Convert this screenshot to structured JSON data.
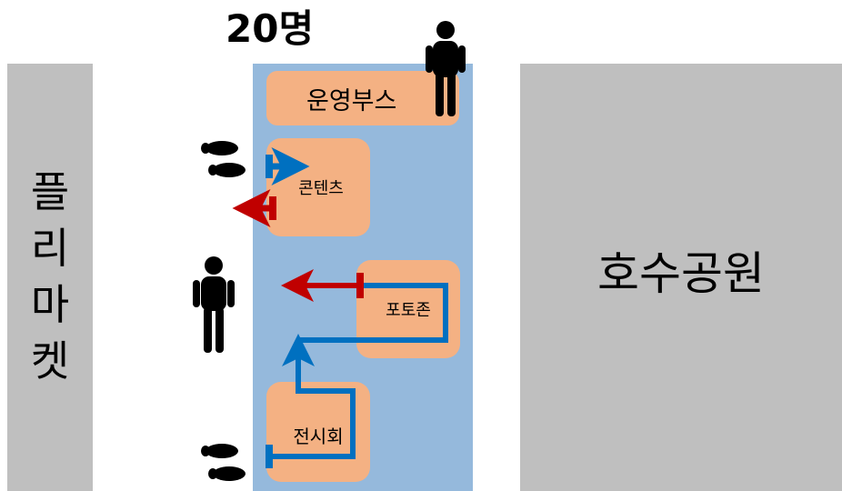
{
  "header": {
    "count": "20명"
  },
  "left_area": {
    "label_chars": [
      "플",
      "리",
      "마",
      "켓"
    ]
  },
  "right_area": {
    "label": "호수공원"
  },
  "booths": {
    "operation": "운영부스",
    "contents": "콘텐츠",
    "photozone": "포토존",
    "exhibition": "전시회"
  },
  "colors": {
    "zone": "#95b9dc",
    "booth": "#f4b183",
    "side_area": "#bfbfbf",
    "flow_in": "#0070c0",
    "flow_out": "#c00000"
  }
}
